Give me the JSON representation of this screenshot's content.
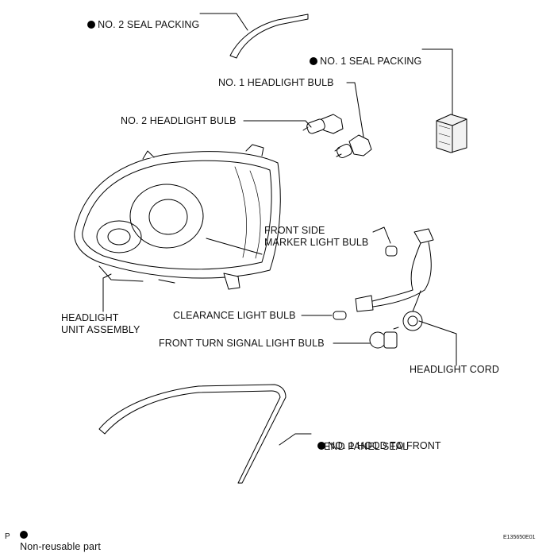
{
  "labels": {
    "seal2": "NO. 2 SEAL PACKING",
    "seal1": "NO. 1 SEAL PACKING",
    "bulb1": "NO. 1 HEADLIGHT BULB",
    "bulb2": "NO. 2 HEADLIGHT BULB",
    "marker_l1": "FRONT SIDE",
    "marker_l2": "MARKER LIGHT BULB",
    "unit_l1": "HEADLIGHT",
    "unit_l2": "UNIT ASSEMBLY",
    "clearance": "CLEARANCE LIGHT BULB",
    "turn": "FRONT TURN SIGNAL LIGHT BULB",
    "cord": "HEADLIGHT CORD",
    "hood_l1": "NO. 1 HOOD TO FRONT",
    "hood_l2": "END PANEL SEAL"
  },
  "legend": {
    "text": "Non-reusable part"
  },
  "footer": {
    "page_letter": "P",
    "figure_id": "E135650E01"
  }
}
